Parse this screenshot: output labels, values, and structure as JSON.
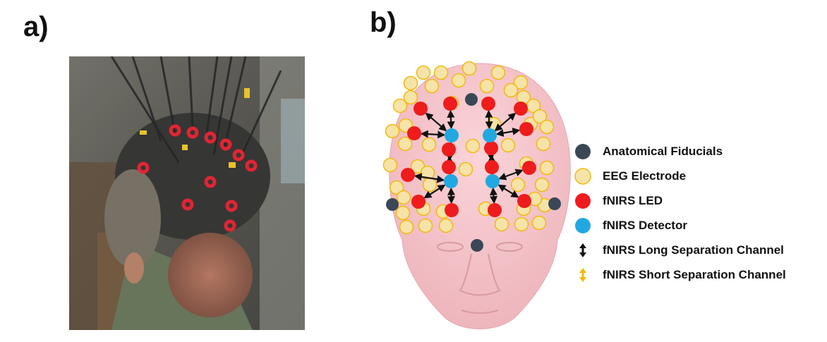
{
  "panels": {
    "a_label": "a)",
    "b_label": "b)"
  },
  "legend": [
    {
      "label": "Anatomical Fiducials",
      "symbol": "fiducial-dot",
      "color": "#3b4756"
    },
    {
      "label": "EEG Electrode",
      "symbol": "eeg-circle",
      "color": "#f6e3a8"
    },
    {
      "label": "fNIRS LED",
      "symbol": "led-dot",
      "color": "#ee1c1c"
    },
    {
      "label": "fNIRS Detector",
      "symbol": "detector-dot",
      "color": "#22a8e0"
    },
    {
      "label": "fNIRS Long Separation Channel",
      "symbol": "double-arrow",
      "color": "#111111"
    },
    {
      "label": "fNIRS Short Separation Channel",
      "symbol": "double-arrow",
      "color": "#f5b800"
    }
  ],
  "colors": {
    "head": "#f7c9cf",
    "eeg_fill": "#f6e3a8",
    "eeg_stroke": "#f2b90f",
    "led": "#ee1c1c",
    "detector": "#22a8e0",
    "fiducial": "#3b4756",
    "long_channel": "#111111",
    "short_channel": "#f5b800"
  }
}
